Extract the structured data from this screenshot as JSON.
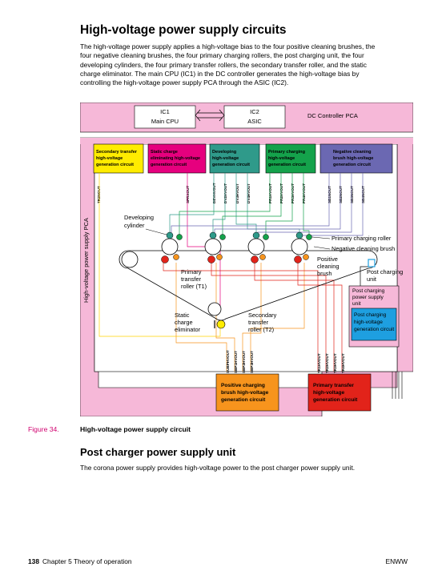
{
  "heading": "High-voltage power supply circuits",
  "intro_lines": [
    "The high-voltage power supply applies a high-voltage bias to the four positive cleaning brushes, the",
    "four negative cleaning brushes, the four primary charging rollers, the post charging unit, the four",
    "developing cylinders, the four primary transfer rollers, the secondary transfer roller, and the static",
    "charge eliminator. The main CPU (IC1) in the DC controller generates the high-voltage bias by",
    "controlling the high-voltage power supply PCA through the ASIC (IC2)."
  ],
  "diagram": {
    "ic1": [
      "IC1",
      "Main CPU"
    ],
    "ic2": [
      "IC2",
      "ASIC"
    ],
    "dc_pca": "DC Controller PCA",
    "hv_pca": "High-voltage power supply PCA",
    "circuits": {
      "secondary": [
        "Secondary transfer",
        "high-voltage",
        "generation circuit"
      ],
      "static": [
        "Static charge",
        "eliminating high-voltage",
        "generation circuit"
      ],
      "developing": [
        "Developing",
        "high-voltage",
        "generation circuit"
      ],
      "primary_charging": [
        "Primary charging",
        "high-voltage",
        "generation circuit"
      ],
      "negative": [
        "Negative cleaning",
        "brush high-voltage",
        "generation circuit"
      ],
      "positive": [
        "Positive charging",
        "brush high-voltage",
        "generation circuit"
      ],
      "primary_transfer": [
        "Primary transfer",
        "high-voltage",
        "generation circuit"
      ],
      "post_charging_outer": [
        "Post charging",
        "power supply",
        "unit"
      ],
      "post_charging_inner": [
        "Post charging",
        "high-voltage",
        "generation circuit"
      ]
    },
    "signals_top": [
      "TR2NOUT",
      "SPRXOUT",
      "DEVHVOUT",
      "DV2HVOUT",
      "DV3HVOUT",
      "DV4HVOUT",
      "PR1HVOUT",
      "PR2HVOUT",
      "PR3HVOUT",
      "PR4HVOUT",
      "SB1NOUT",
      "SB2NOUT",
      "SB3NOUT",
      "SB4NOUT"
    ],
    "signals_bottom_left": [
      "SUBPHVOUT",
      "SBP1HVOUT",
      "SBP2HVOUT",
      "SBP3HVOUT"
    ],
    "signals_bottom_right": [
      "TR1HVOUT",
      "TR2HVOUT",
      "TR3HVOUT",
      "TR4HVOUT"
    ],
    "labels": {
      "developing_cylinder": [
        "Developing",
        "cylinder"
      ],
      "primary_charging_roller": "Primary charging roller",
      "negative_cleaning_brush": "Negative cleaning brush",
      "positive_cleaning_brush": [
        "Positive",
        "cleaning",
        "brush"
      ],
      "post_charging_unit": [
        "Post charging",
        "unit"
      ],
      "primary_transfer_roller": [
        "Primary",
        "transfer",
        "roller (T1)"
      ],
      "static_charge_eliminator": [
        "Static",
        "charge",
        "eliminator"
      ],
      "secondary_transfer_roller": [
        "Secondary",
        "transfer",
        "roller (T2)"
      ]
    },
    "colors": {
      "pink": "#f6b8d8",
      "yellow": "#ffec00",
      "magenta": "#e6007e",
      "teal": "#2f9a8a",
      "green": "#14a24b",
      "purple": "#6b68b2",
      "orange": "#f7941d",
      "red": "#e2231a",
      "cyan": "#1e9fe0"
    }
  },
  "figure_number": "Figure 34.",
  "figure_title": "High-voltage power supply circuit",
  "heading2": "Post charger power supply unit",
  "body2": "The corona power supply provides high-voltage power to the post charger power supply unit.",
  "footer": {
    "page_number": "138",
    "chapter": "Chapter 5 Theory of operation",
    "right": "ENWW"
  }
}
